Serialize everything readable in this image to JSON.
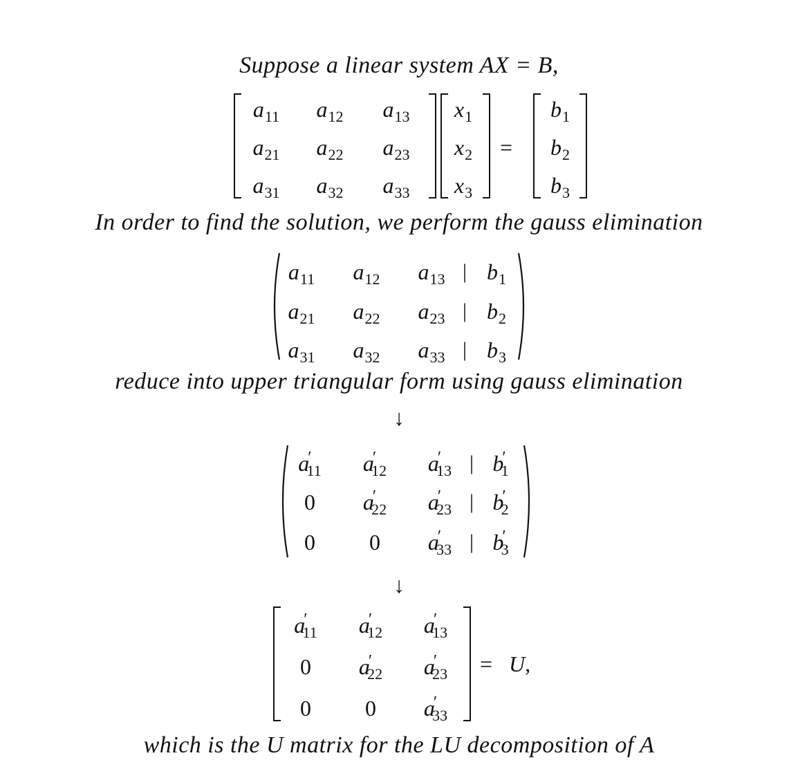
{
  "text": {
    "intro": "Suppose a linear system AX = B,",
    "line2": "In order to find the solution, we perform the gauss elimination",
    "line3": "reduce into upper triangular form using gauss elimination",
    "line4": "which is the U matrix for the LU decomposition of A",
    "arrow": "↓",
    "eq": "=",
    "u_label": "U,"
  },
  "matrix_A": [
    [
      {
        "b": "a",
        "s": "11"
      },
      {
        "b": "a",
        "s": "12"
      },
      {
        "b": "a",
        "s": "13"
      }
    ],
    [
      {
        "b": "a",
        "s": "21"
      },
      {
        "b": "a",
        "s": "22"
      },
      {
        "b": "a",
        "s": "23"
      }
    ],
    [
      {
        "b": "a",
        "s": "31"
      },
      {
        "b": "a",
        "s": "32"
      },
      {
        "b": "a",
        "s": "33"
      }
    ]
  ],
  "vector_X": [
    [
      {
        "b": "x",
        "s": "1"
      }
    ],
    [
      {
        "b": "x",
        "s": "2"
      }
    ],
    [
      {
        "b": "x",
        "s": "3"
      }
    ]
  ],
  "vector_B": [
    [
      {
        "b": "b",
        "s": "1"
      }
    ],
    [
      {
        "b": "b",
        "s": "2"
      }
    ],
    [
      {
        "b": "b",
        "s": "3"
      }
    ]
  ],
  "augmented": [
    [
      {
        "b": "a",
        "s": "11"
      },
      {
        "b": "a",
        "s": "12"
      },
      {
        "b": "a",
        "s": "13"
      },
      {
        "b": "b",
        "s": "1"
      }
    ],
    [
      {
        "b": "a",
        "s": "21"
      },
      {
        "b": "a",
        "s": "22"
      },
      {
        "b": "a",
        "s": "23"
      },
      {
        "b": "b",
        "s": "2"
      }
    ],
    [
      {
        "b": "a",
        "s": "31"
      },
      {
        "b": "a",
        "s": "32"
      },
      {
        "b": "a",
        "s": "33"
      },
      {
        "b": "b",
        "s": "3"
      }
    ]
  ],
  "reduced": [
    [
      {
        "b": "a",
        "p": "′",
        "s": "11"
      },
      {
        "b": "a",
        "p": "′",
        "s": "12"
      },
      {
        "b": "a",
        "p": "′",
        "s": "13"
      },
      {
        "b": "b",
        "p": "′",
        "s": "1"
      }
    ],
    [
      {
        "v": "0"
      },
      {
        "b": "a",
        "p": "′",
        "s": "22"
      },
      {
        "b": "a",
        "p": "′",
        "s": "23"
      },
      {
        "b": "b",
        "p": "′",
        "s": "2"
      }
    ],
    [
      {
        "v": "0"
      },
      {
        "v": "0"
      },
      {
        "b": "a",
        "p": "′",
        "s": "33"
      },
      {
        "b": "b",
        "p": "′",
        "s": "3"
      }
    ]
  ],
  "matrix_U": [
    [
      {
        "b": "a",
        "p": "′",
        "s": "11"
      },
      {
        "b": "a",
        "p": "′",
        "s": "12"
      },
      {
        "b": "a",
        "p": "′",
        "s": "13"
      }
    ],
    [
      {
        "v": "0"
      },
      {
        "b": "a",
        "p": "′",
        "s": "22"
      },
      {
        "b": "a",
        "p": "′",
        "s": "23"
      }
    ],
    [
      {
        "v": "0"
      },
      {
        "v": "0"
      },
      {
        "b": "a",
        "p": "′",
        "s": "33"
      }
    ]
  ],
  "separator": "|"
}
